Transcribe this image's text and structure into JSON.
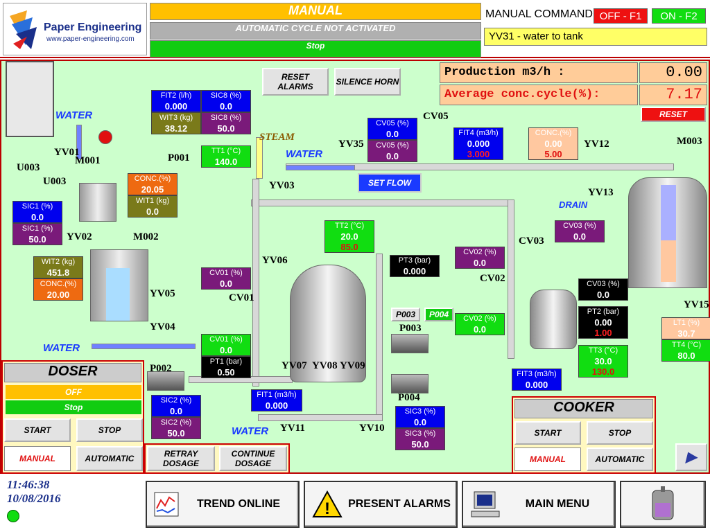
{
  "header": {
    "brand": "Paper Engineering",
    "website": "www.paper-engineering.com",
    "mode": "MANUAL",
    "cycle_status": "AUTOMATIC CYCLE NOT ACTIVATED",
    "stop_status": "Stop",
    "manual_command_label": "MANUAL COMMAND",
    "off_key": "OFF - F1",
    "on_key": "ON - F2",
    "command_text": "YV31 - water to tank"
  },
  "process": {
    "reset_alarms": "RESET ALARMS",
    "silence_horn": "SILENCE HORN",
    "production_label": "Production m3/h :",
    "production_value": "0.00",
    "avg_conc_label": "Average conc.cycle(%):",
    "avg_conc_value": "7.17",
    "reset": "RESET",
    "set_flow": "SET FLOW",
    "drain": "DRAIN",
    "labels": {
      "water1": "WATER",
      "water2": "WATER",
      "water3": "WATER",
      "water4": "WATER",
      "steam": "STEAM",
      "yv01": "YV01",
      "m001": "M001",
      "p001": "P001",
      "u003a": "U003",
      "u003b": "U003",
      "yv02": "YV02",
      "m002": "M002",
      "yv05": "YV05",
      "yv04": "YV04",
      "p002": "P002",
      "yv03": "YV03",
      "yv35": "YV35",
      "cv05": "CV05",
      "yv12": "YV12",
      "yv13": "YV13",
      "m003": "M003",
      "yv15": "YV15",
      "cv03": "CV03",
      "cv02": "CV02",
      "cv01": "CV01",
      "yv06": "YV06",
      "yv07": "YV07",
      "yv08": "YV08",
      "yv09": "YV09",
      "yv10": "YV10",
      "yv11": "YV11",
      "p003": "P003",
      "p004": "P004",
      "p003btn": "P003",
      "p004btn": "P004"
    },
    "boxes": {
      "fit2": {
        "name": "FIT2 (l/h)",
        "value": "0.000"
      },
      "sic8a": {
        "name": "SIC8 (%)",
        "value": "0.0"
      },
      "wit3": {
        "name": "WIT3 (kg)",
        "value": "38.12"
      },
      "sic8b": {
        "name": "SIC8 (%)",
        "value": "50.0"
      },
      "tt1": {
        "name": "TT1 (°C)",
        "value": "140.0"
      },
      "conc1": {
        "name": "CONC.(%)",
        "value": "20.05"
      },
      "wit1": {
        "name": "WIT1 (kg)",
        "value": "0.0"
      },
      "sic1a": {
        "name": "SIC1 (%)",
        "value": "0.0"
      },
      "sic1b": {
        "name": "SIC1 (%)",
        "value": "50.0"
      },
      "wit2": {
        "name": "WIT2 (kg)",
        "value": "451.8"
      },
      "conc2": {
        "name": "CONC.(%)",
        "value": "20.00"
      },
      "cv05a": {
        "name": "CV05 (%)",
        "value": "0.0"
      },
      "cv05b": {
        "name": "CV05 (%)",
        "value": "0.0"
      },
      "fit4": {
        "name": "FIT4 (m3/h)",
        "value": "0.000",
        "value2": "3.000"
      },
      "conc3": {
        "name": "CONC.(%)",
        "value": "0.00",
        "value2": "5.00"
      },
      "tt2": {
        "name": "TT2 (°C)",
        "value": "20.0",
        "value2": "85.0"
      },
      "pt3": {
        "name": "PT3 (bar)",
        "value": "0.000"
      },
      "cv03a": {
        "name": "CV03 (%)",
        "value": "0.0"
      },
      "cv02a": {
        "name": "CV02 (%)",
        "value": "0.0"
      },
      "cv02b": {
        "name": "CV02 (%)",
        "value": "0.0"
      },
      "cv03b": {
        "name": "CV03 (%)",
        "value": "0.0"
      },
      "pt2": {
        "name": "PT2 (bar)",
        "value": "0.00",
        "value2": "1.00"
      },
      "cv01a": {
        "name": "CV01 (%)",
        "value": "0.0"
      },
      "cv01b": {
        "name": "CV01 (%)",
        "value": "0.0"
      },
      "pt1": {
        "name": "PT1 (bar)",
        "value": "0.50"
      },
      "lt1": {
        "name": "LT1 (%)",
        "value": "30.7"
      },
      "tt4": {
        "name": "TT4 (°C)",
        "value": "80.0"
      },
      "tt3": {
        "name": "TT3 (°C)",
        "value": "30.0",
        "value2": "130.0"
      },
      "fit3": {
        "name": "FIT3 (m3/h)",
        "value": "0.000"
      },
      "fit1": {
        "name": "FIT1 (m3/h)",
        "value": "0.000"
      },
      "sic2a": {
        "name": "SIC2 (%)",
        "value": "0.0"
      },
      "sic2b": {
        "name": "SIC2 (%)",
        "value": "50.0"
      },
      "sic3a": {
        "name": "SIC3 (%)",
        "value": "0.0"
      },
      "sic3b": {
        "name": "SIC3 (%)",
        "value": "50.0"
      }
    }
  },
  "doser": {
    "title": "DOSER",
    "state": "OFF",
    "status": "Stop",
    "start": "START",
    "stop": "STOP",
    "manual": "MANUAL",
    "automatic": "AUTOMATIC",
    "retray": "RETRAY DOSAGE",
    "continue": "CONTINUE DOSAGE"
  },
  "cooker": {
    "title": "COOKER",
    "start": "START",
    "stop": "STOP",
    "manual": "MANUAL",
    "automatic": "AUTOMATIC"
  },
  "footer": {
    "time": "11:46:38",
    "date": "10/08/2016",
    "trend": "TREND ONLINE",
    "alarms": "PRESENT ALARMS",
    "menu": "MAIN MENU"
  },
  "colors": {
    "blue": "#0000ee",
    "purple": "#7a1a7a",
    "olive": "#7a7a1a",
    "green": "#11cc11",
    "orange": "#ee6a11",
    "black": "#000000",
    "peach": "#ffc8a0",
    "lightgreen": "#88ff88"
  }
}
